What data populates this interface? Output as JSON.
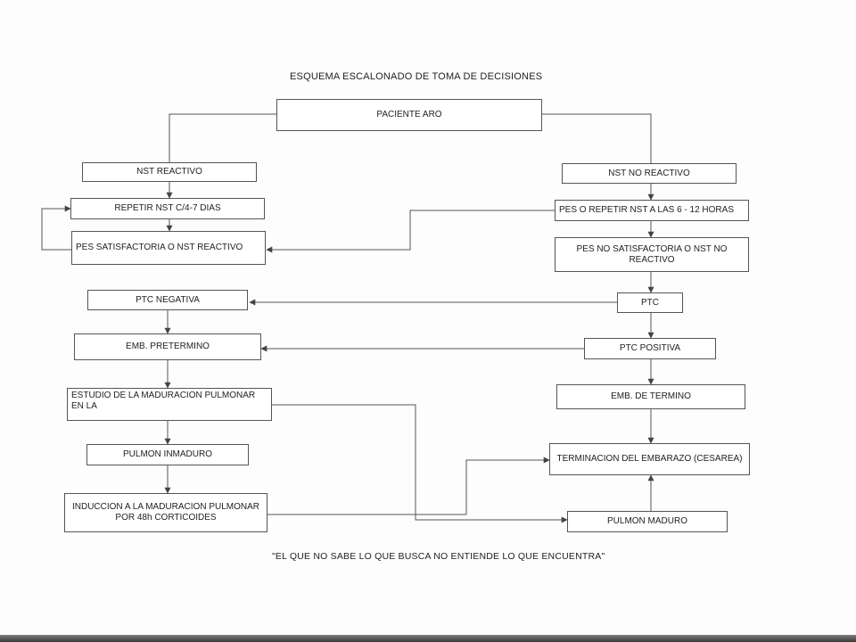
{
  "diagram": {
    "title": "ESQUEMA ESCALONADO DE TOMA DE DECISIONES",
    "quote": "\"EL QUE NO SABE LO QUE BUSCA NO ENTIENDE LO QUE ENCUENTRA\"",
    "nodes": {
      "paciente_aro": "PACIENTE ARO",
      "nst_reactivo": "NST REACTIVO",
      "nst_no_reactivo": "NST NO REACTIVO",
      "repetir_nst": "REPETIR NST C/4-7 DIAS",
      "pes_o_repetir": "PES O REPETIR NST A LAS 6 - 12 HORAS",
      "pes_satisfactoria": "PES SATISFACTORIA O NST REACTIVO",
      "pes_no_satisfactoria": "PES NO SATISFACTORIA O NST NO REACTIVO",
      "ptc_negativa": "PTC NEGATIVA",
      "ptc": "PTC",
      "emb_pretermino": "EMB. PRETERMINO",
      "ptc_positiva": "PTC POSITIVA",
      "estudio_maduracion": "ESTUDIO DE LA MADURACION PULMONAR EN LA",
      "emb_termino": "EMB. DE TERMINO",
      "pulmon_inmaduro": "PULMON INMADURO",
      "terminacion_embarazo": "TERMINACION DEL EMBARAZO (CESAREA)",
      "induccion_maduracion": "INDUCCION A LA MADURACION PULMONAR POR 48h CORTICOIDES",
      "pulmon_maduro": "PULMON MADURO"
    }
  }
}
